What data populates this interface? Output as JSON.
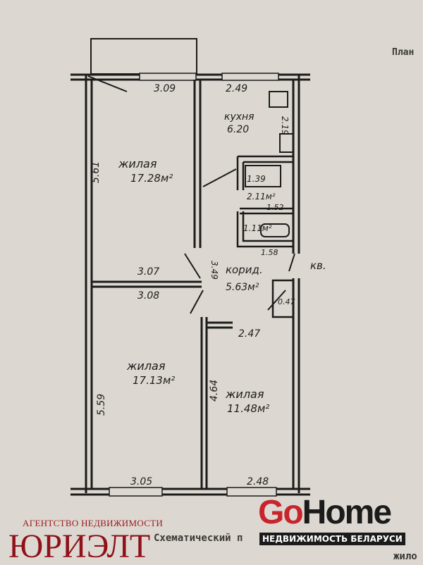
{
  "header": {
    "title_fragment": "План"
  },
  "rooms": [
    {
      "name": "жилая",
      "area": "17.28м²"
    },
    {
      "name": "кухня",
      "area": "6.20"
    },
    {
      "name": "жилая",
      "area": "17.13м²"
    },
    {
      "name": "жилая",
      "area": "11.48м²"
    },
    {
      "name": "корид.",
      "area": "5.63м²"
    }
  ],
  "small_areas": {
    "bath": "2.11м²",
    "wc": "1.11м²",
    "closet": "0.47",
    "bath_dim": "1.39"
  },
  "apartment_label": "кв.",
  "dimensions": {
    "top_left": "3.09",
    "top_right": "2.49",
    "left_upper": "5.61",
    "kitchen_side": "2.19",
    "bath_width": "1.52",
    "wc_width": "1.58",
    "mid_upper": "3.07",
    "mid_lower": "3.08",
    "corridor_v": "3.49",
    "closet_w": "2.47",
    "left_lower": "5.59",
    "right_room_v": "4.64",
    "bottom_left": "3.05",
    "bottom_right": "2.48"
  },
  "caption_fragment": "Схематический п",
  "caption_fragment_end": "жило",
  "watermarks": {
    "agency_sub": "АГЕНТСТВО НЕДВИЖИМОСТИ",
    "agency": "ЮРИЭЛТ",
    "gohome_go": "Go",
    "gohome_home": "Home",
    "gohome_sub": "НЕДВИЖИМОСТЬ БЕЛАРУСИ"
  }
}
